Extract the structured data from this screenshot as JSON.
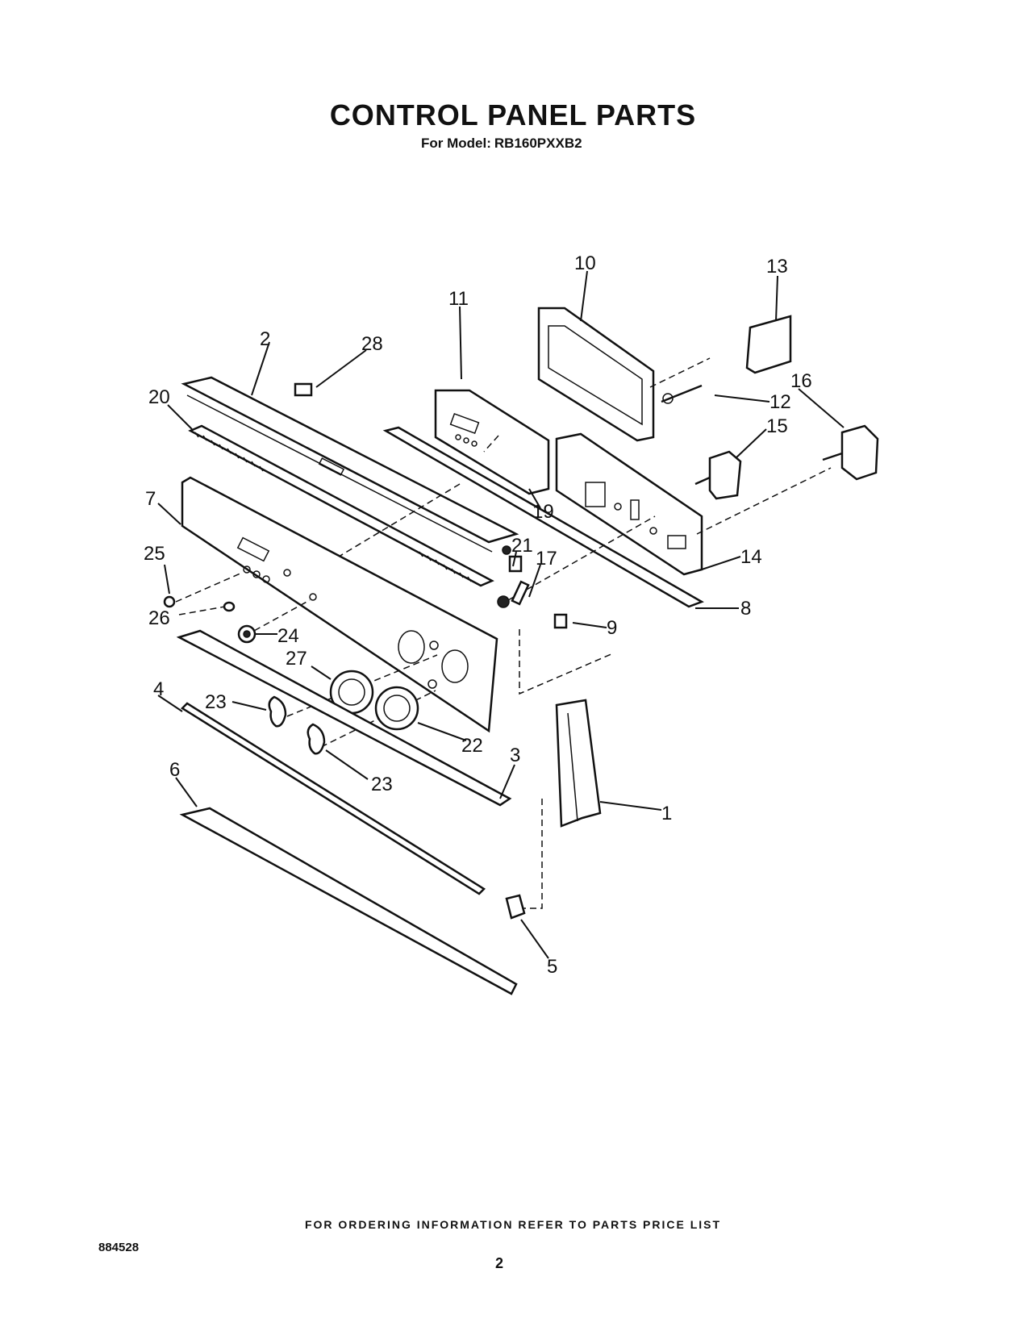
{
  "header": {
    "title": "CONTROL PANEL PARTS",
    "model_label": "For Model:",
    "model_number": "RB160PXXB2"
  },
  "callouts": [
    "1",
    "2",
    "3",
    "4",
    "5",
    "6",
    "7",
    "8",
    "9",
    "10",
    "11",
    "12",
    "13",
    "14",
    "15",
    "16",
    "17",
    "19",
    "20",
    "21",
    "22",
    "23",
    "23",
    "24",
    "25",
    "26",
    "27",
    "28"
  ],
  "footer": {
    "ordering_note": "FOR ORDERING INFORMATION REFER TO PARTS PRICE LIST",
    "document_code": "884528",
    "page_number": "2"
  }
}
